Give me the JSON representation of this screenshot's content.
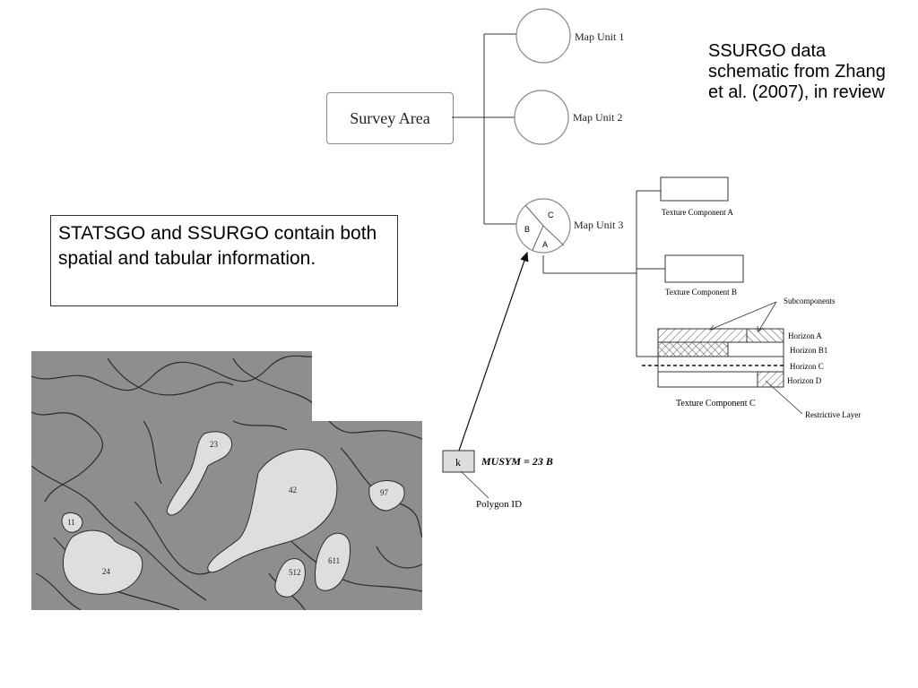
{
  "caption": "SSURGO data schematic from Zhang et al. (2007), in review",
  "info_text": "STATSGO and SSURGO contain both spatial and tabular information.",
  "survey_area": "Survey Area",
  "map_units": [
    "Map Unit 1",
    "Map Unit 2",
    "Map Unit 3"
  ],
  "pie_labels": {
    "c": "C",
    "b": "B",
    "a": "A"
  },
  "texture_components": {
    "a": "Texture Component A",
    "b": "Texture Component B",
    "c": "Texture Component C"
  },
  "subcomponents": "Subcomponents",
  "horizons": [
    "Horizon A",
    "Horizon B1",
    "Horizon C",
    "Horizon D"
  ],
  "restrictive_layer": "Restrictive Layer",
  "polygon_box": "k",
  "musym": "MUSYM = 23 B",
  "polygon_id": "Polygon ID",
  "map_polygon_labels": [
    "23",
    "42",
    "97",
    "11",
    "24",
    "512",
    "611"
  ]
}
